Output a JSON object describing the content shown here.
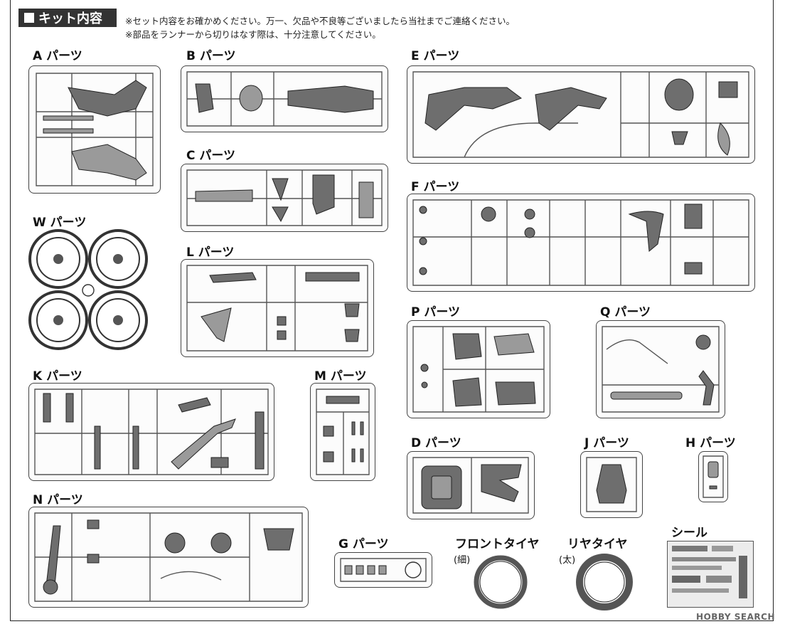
{
  "header": {
    "title": "キット内容",
    "notes": [
      "※セット内容をお確かめください。万一、欠品や不良等ございましたら当社までご連絡ください。",
      "※部品をランナーから切りはなす際は、十分注意してください。"
    ]
  },
  "parts": {
    "A": "A パーツ",
    "B": "B パーツ",
    "C": "C パーツ",
    "E": "E パーツ",
    "F": "F パーツ",
    "W": "W パーツ",
    "L": "L パーツ",
    "K": "K パーツ",
    "M": "M パーツ",
    "P": "P パーツ",
    "Q": "Q パーツ",
    "D": "D パーツ",
    "J": "J パーツ",
    "H": "H パーツ",
    "N": "N パーツ",
    "G": "G パーツ"
  },
  "tires": {
    "front_label": "フロントタイヤ",
    "front_sub": "(細)",
    "rear_label": "リヤタイヤ",
    "rear_sub": "(太)",
    "sticker_label": "シール"
  },
  "watermark": "HOBBY SEARCH"
}
